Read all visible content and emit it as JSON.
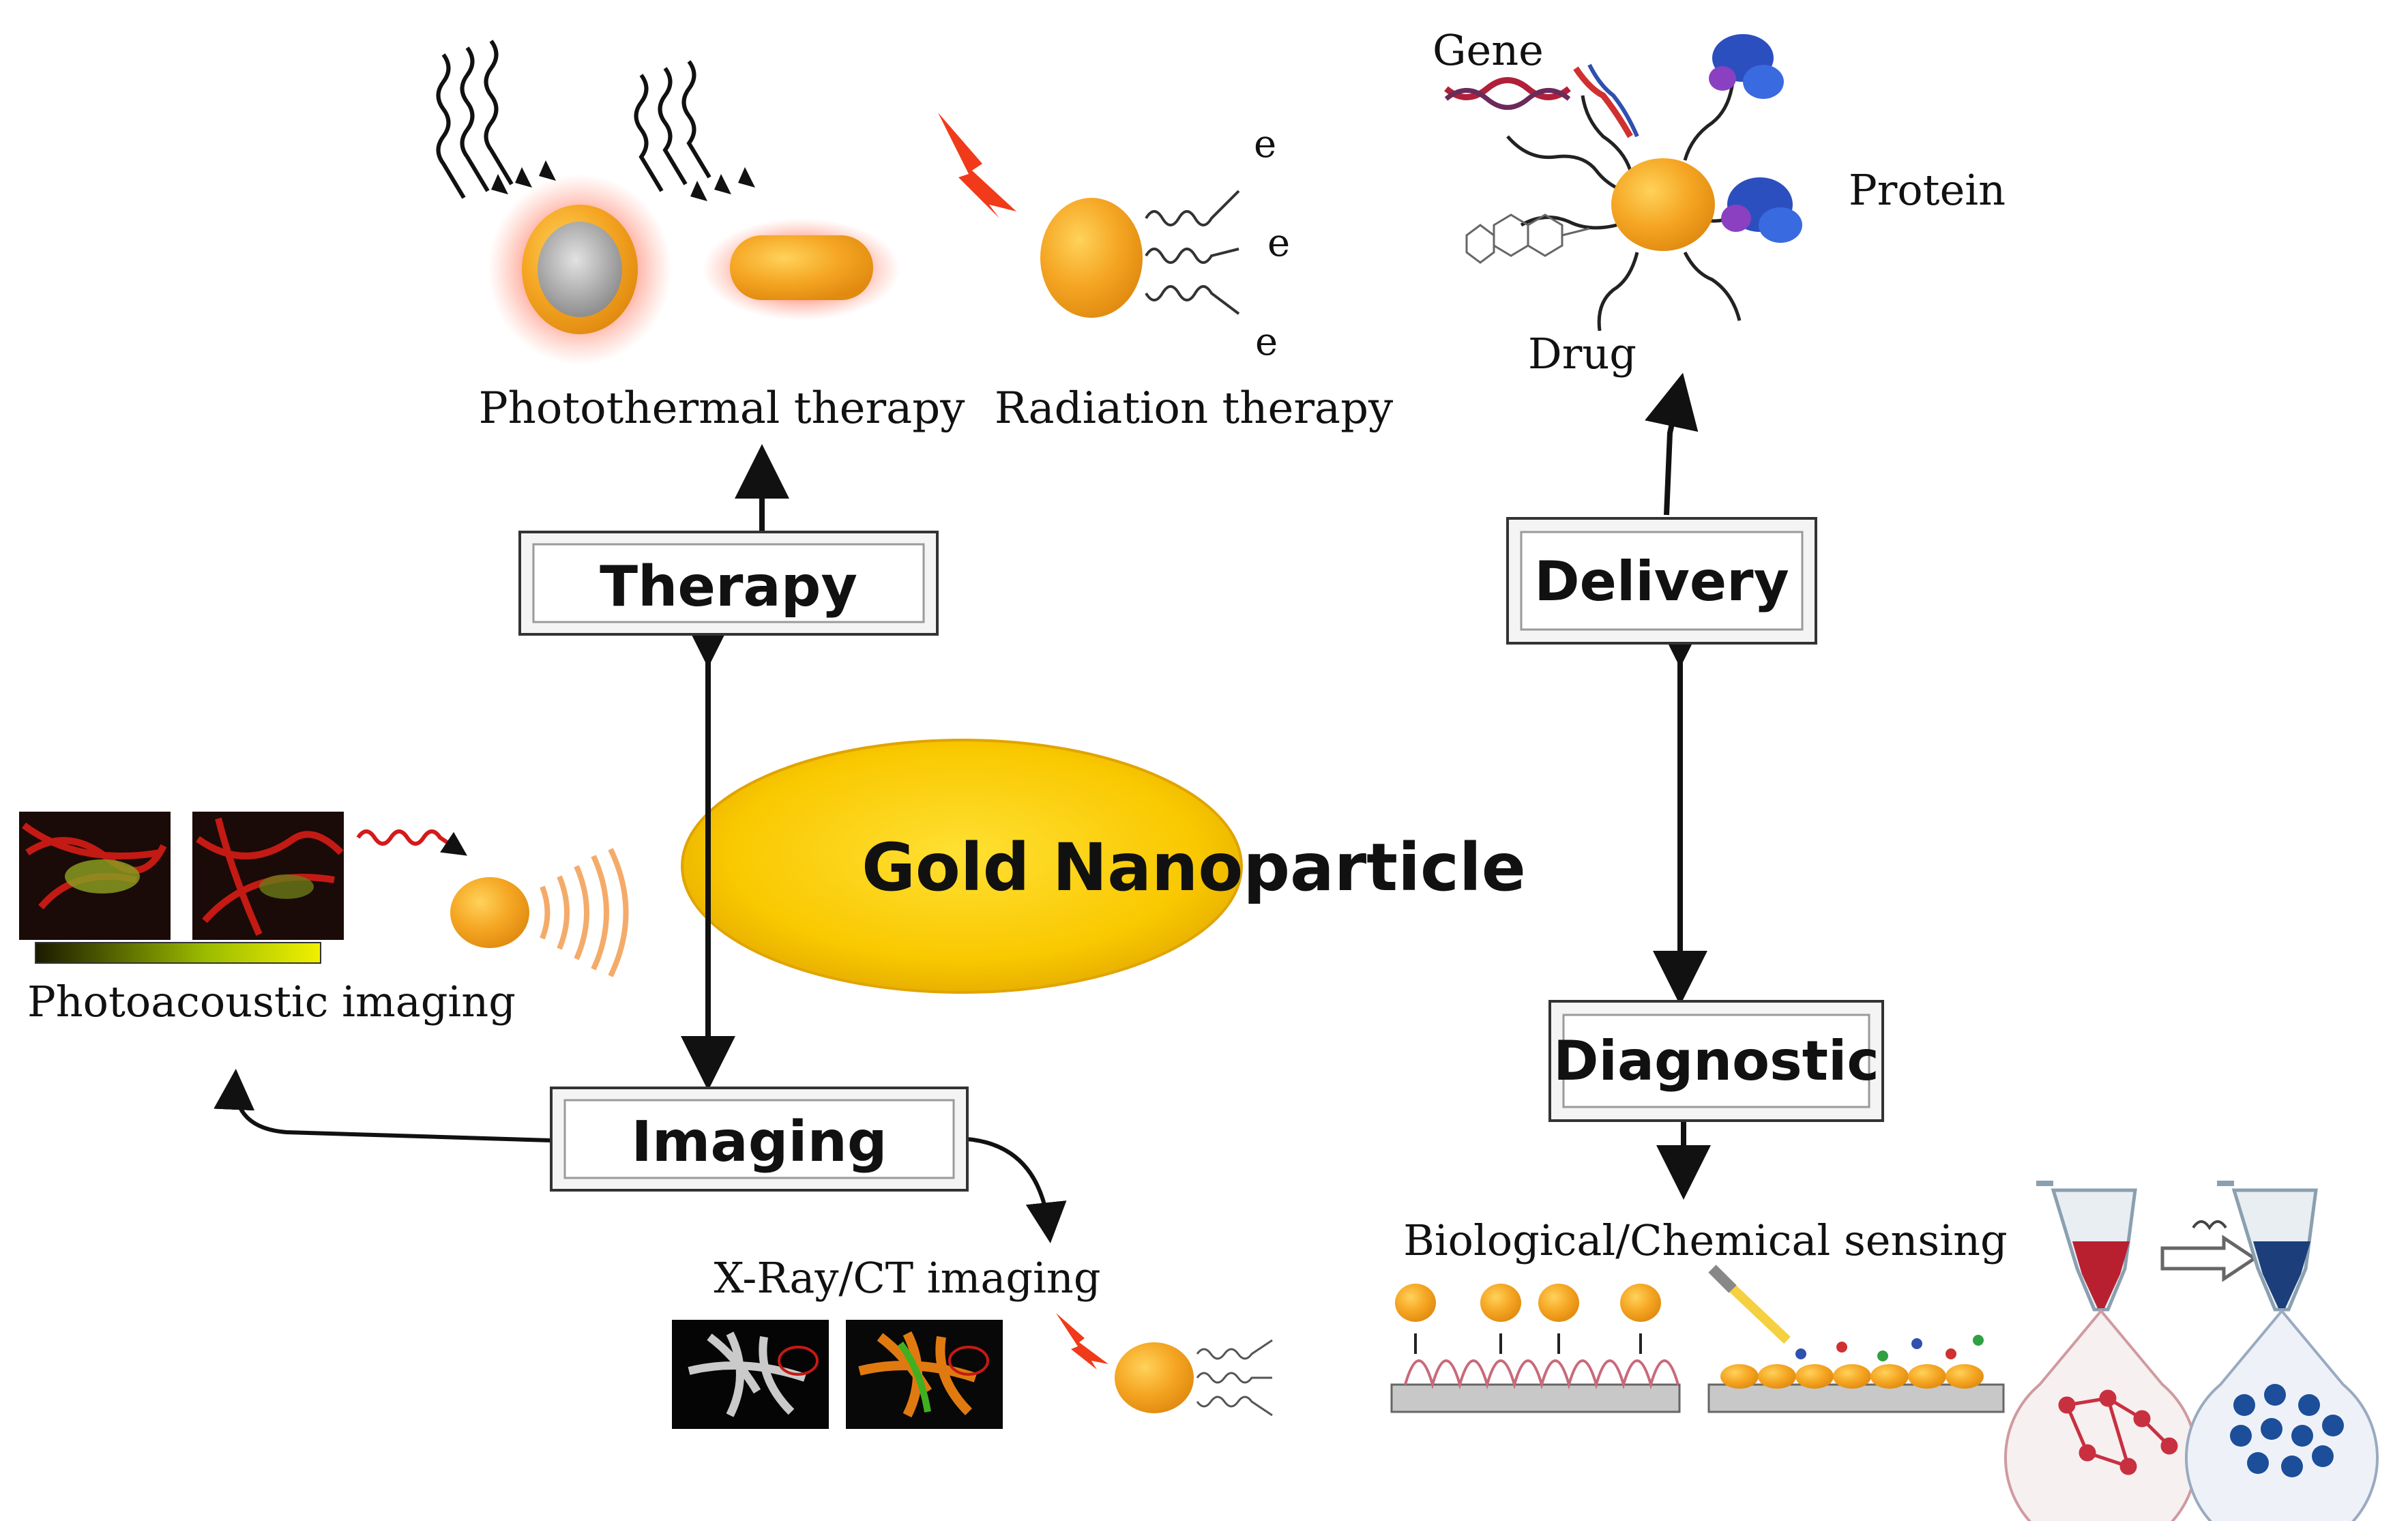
{
  "center": {
    "label": "Gold Nanoparticle"
  },
  "boxes": {
    "therapy": "Therapy",
    "delivery": "Delivery",
    "imaging": "Imaging",
    "diagnostic": "Diagnostic"
  },
  "therapy_captions": {
    "photothermal": "Photothermal therapy",
    "radiation": "Radiation therapy"
  },
  "delivery_labels": {
    "gene": "Gene",
    "protein": "Protein",
    "drug": "Drug"
  },
  "imaging_captions": {
    "photoacoustic": "Photoacoustic imaging",
    "xray": "X-Ray/CT imaging"
  },
  "diagnostic_caption": "Biological/Chemical sensing",
  "electron_symbol": "e"
}
